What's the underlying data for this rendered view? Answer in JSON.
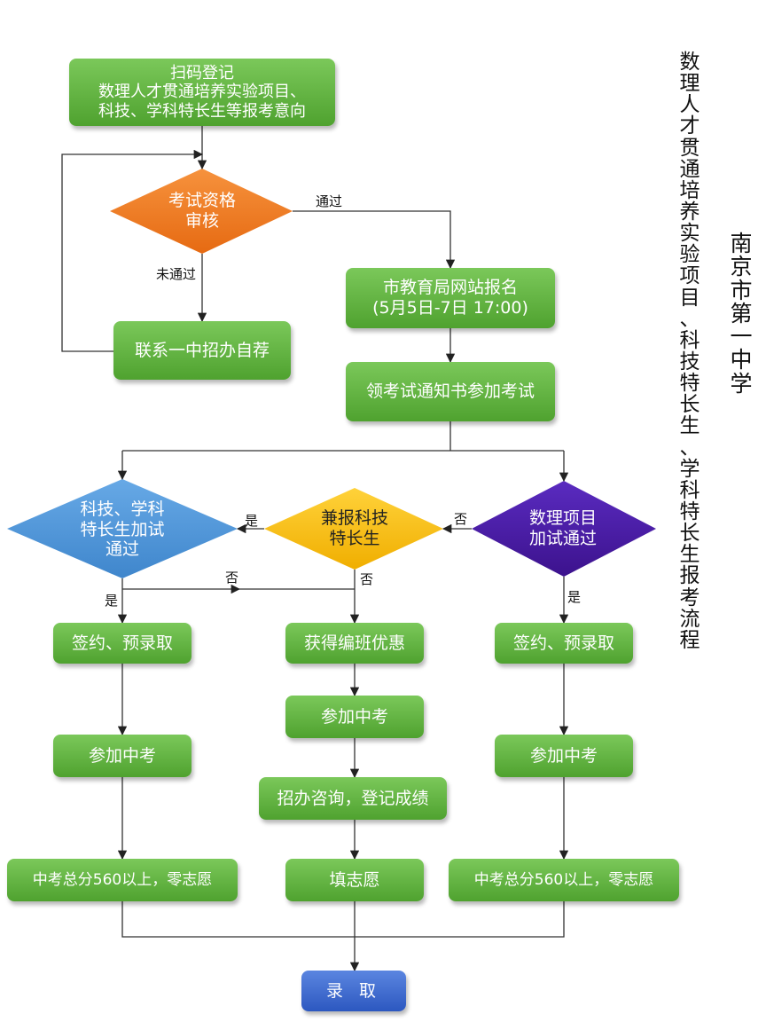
{
  "title_school": "南京市第一中学",
  "title_process": "数理人才贯通培养实验项目、科技特长生、学科特长生报考流程",
  "nodes": {
    "scan": "扫码登记\n数理人才贯通培养实验项目、\n科技、学科特长生等报考意向",
    "qualify": "考试资格\n审核",
    "contact": "联系一中招办自荐",
    "register": "市教育局网站报名\n(5月5日-7日 17:00)",
    "exam_notice": "领考试通知书参加考试",
    "sci_pass": "科技、学科\n特长生加试\n通过",
    "dual_apply": "兼报科技\n特长生",
    "math_pass": "数理项目\n加试通过",
    "sign_left": "签约、预录取",
    "class_bonus": "获得编班优惠",
    "sign_right": "签约、预录取",
    "zhongkao_left": "参加中考",
    "zhongkao_mid": "参加中考",
    "zhongkao_right": "参加中考",
    "consult": "招办咨询，登记成绩",
    "score_left": "中考总分560以上，零志愿",
    "fill": "填志愿",
    "score_right": "中考总分560以上，零志愿",
    "admit": "录 取"
  },
  "edge_labels": {
    "pass": "通过",
    "fail": "未通过",
    "yes_left": "是",
    "no_right": "否",
    "no_mid_left": "否",
    "no_mid_down": "否",
    "yes_sci": "是",
    "yes_math": "是"
  },
  "colors": {
    "green": "#5db33a",
    "orange": "#f07f2a",
    "yellow": "#f5bf12",
    "purple": "#4a1fa3",
    "sky": "#4f96d8",
    "blue": "#3766cf",
    "line": "#555555"
  }
}
